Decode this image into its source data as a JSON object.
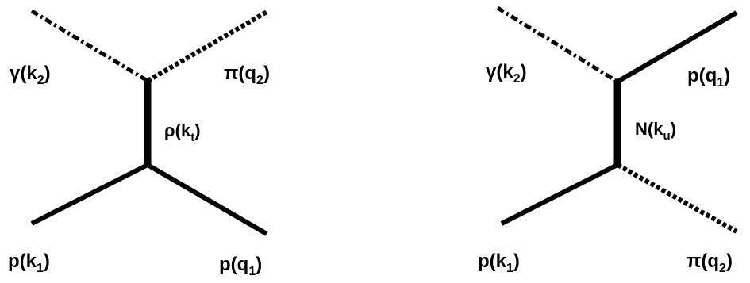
{
  "diagrams": [
    {
      "labels": [
        {
          "base": "γ(",
          "sub_label": "k",
          "sub": "2",
          "close": ")"
        },
        {
          "base": "π(",
          "sub_label": "q",
          "sub": "2",
          "close": ")"
        },
        {
          "base": "ρ(",
          "sub_label": "k",
          "sub": "t",
          "close": ")"
        },
        {
          "base": "p(",
          "sub_label": "k",
          "sub": "1",
          "close": ")"
        },
        {
          "base": "p(",
          "sub_label": "q",
          "sub": "1",
          "close": ")"
        }
      ]
    },
    {
      "labels": [
        {
          "base": "γ(",
          "sub_label": "k",
          "sub": "2",
          "close": ")"
        },
        {
          "base": "p(",
          "sub_label": "q",
          "sub": "1",
          "close": ")"
        },
        {
          "base": "N(",
          "sub_label": "k",
          "sub": "u",
          "close": ")"
        },
        {
          "base": "p(",
          "sub_label": "k",
          "sub": "1",
          "close": ")"
        },
        {
          "base": "π(",
          "sub_label": "q",
          "sub": "2",
          "close": ")"
        }
      ]
    }
  ],
  "colors": {
    "ink": "#000000",
    "background": "#ffffff"
  }
}
